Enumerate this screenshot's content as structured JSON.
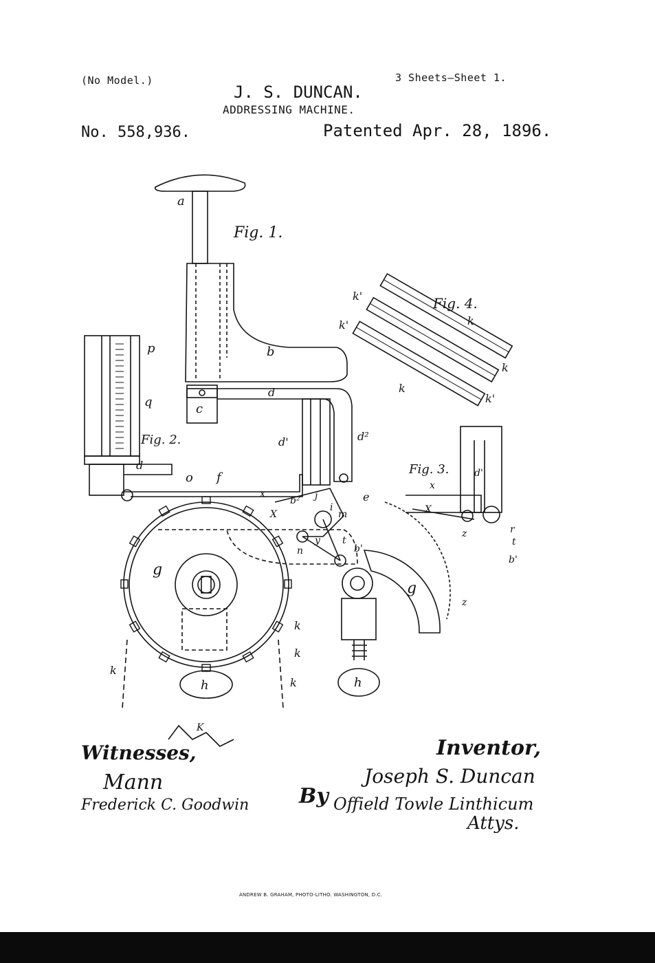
{
  "header": {
    "model_note": "(No Model.)",
    "sheets": "3 Sheets—Sheet 1.",
    "inventor_name": "J. S. DUNCAN.",
    "title": "ADDRESSING MACHINE.",
    "patent_number": "No. 558,936.",
    "patent_date": "Patented Apr. 28, 1896."
  },
  "figures": {
    "fig1": "Fig. 1.",
    "fig2": "Fig. 2.",
    "fig3": "Fig. 3.",
    "fig4": "Fig. 4."
  },
  "labels": {
    "a": "a",
    "b": "b",
    "c": "c",
    "d": "d",
    "d1": "d'",
    "d2": "d²",
    "p": "p",
    "q": "q",
    "o": "o",
    "f": "f",
    "e": "e",
    "x": "x",
    "X": "X",
    "b2": "b²",
    "j": "j",
    "i": "i",
    "m": "m",
    "y": "y",
    "n": "n",
    "t": "t",
    "b1": "b'",
    "g": "g",
    "h": "h",
    "k": "k",
    "k1": "k'",
    "K": "K",
    "z": "z",
    "r": "r"
  },
  "footer": {
    "witnesses": "Witnesses,",
    "inventor_label": "Inventor,",
    "witness_sig_1": "Mann",
    "witness_sig_2": "Frederick C. Goodwin",
    "inventor_sig": "Joseph S. Duncan",
    "attorney_prefix": "By",
    "attorney_sig": "Offield Towle Linthicum",
    "attorney_suffix": "Attys.",
    "printer": "ANDREW B. GRAHAM, PHOTO-LITHO. WASHINGTON, D.C."
  }
}
